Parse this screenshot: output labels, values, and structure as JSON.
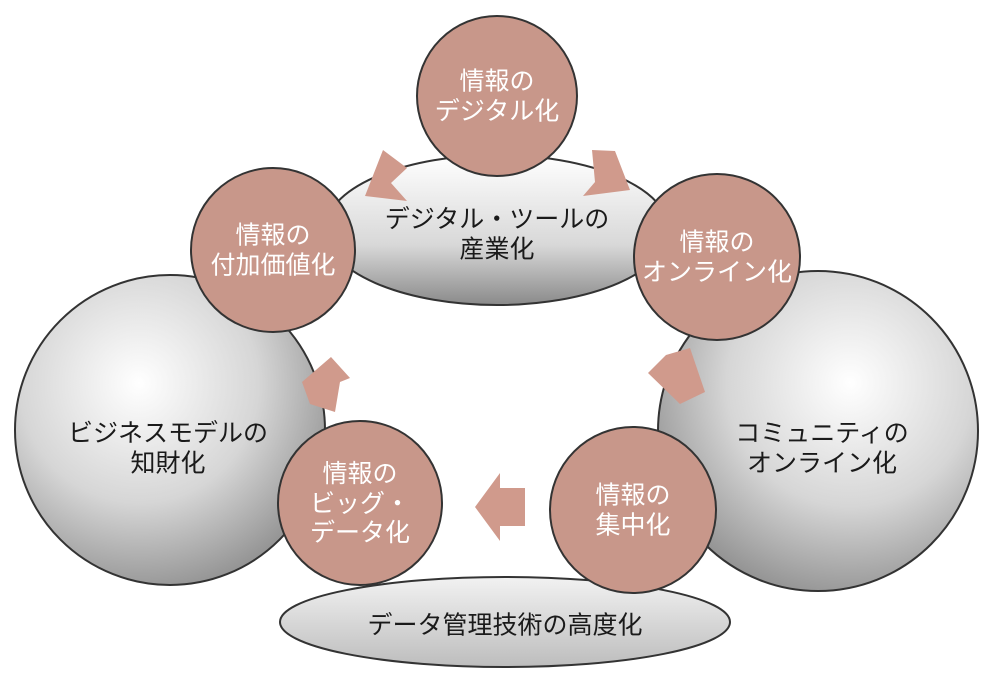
{
  "diagram": {
    "bg_shapes": {
      "top_ellipse": [
        "デジタル・ツールの",
        "産業化"
      ],
      "left_circle": [
        "ビジネスモデルの",
        "知財化"
      ],
      "right_circle": [
        "コミュニティの",
        "オンライン化"
      ],
      "bottom_ellipse": [
        "データ管理技術の高度化"
      ]
    },
    "cycle_nodes": {
      "digitalization": [
        "情報の",
        "デジタル化"
      ],
      "online": [
        "情報の",
        "オンライン化"
      ],
      "concentration": [
        "情報の",
        "集中化"
      ],
      "big_data": [
        "情報の",
        "ビッグ・",
        "データ化"
      ],
      "value_added": [
        "情報の",
        "付加価値化"
      ]
    },
    "colors": {
      "node_fill": "#c8978a",
      "arrow_fill": "#d09a8c",
      "shape_light": "#fafafa",
      "shape_dark": "#9a9a9a"
    }
  }
}
